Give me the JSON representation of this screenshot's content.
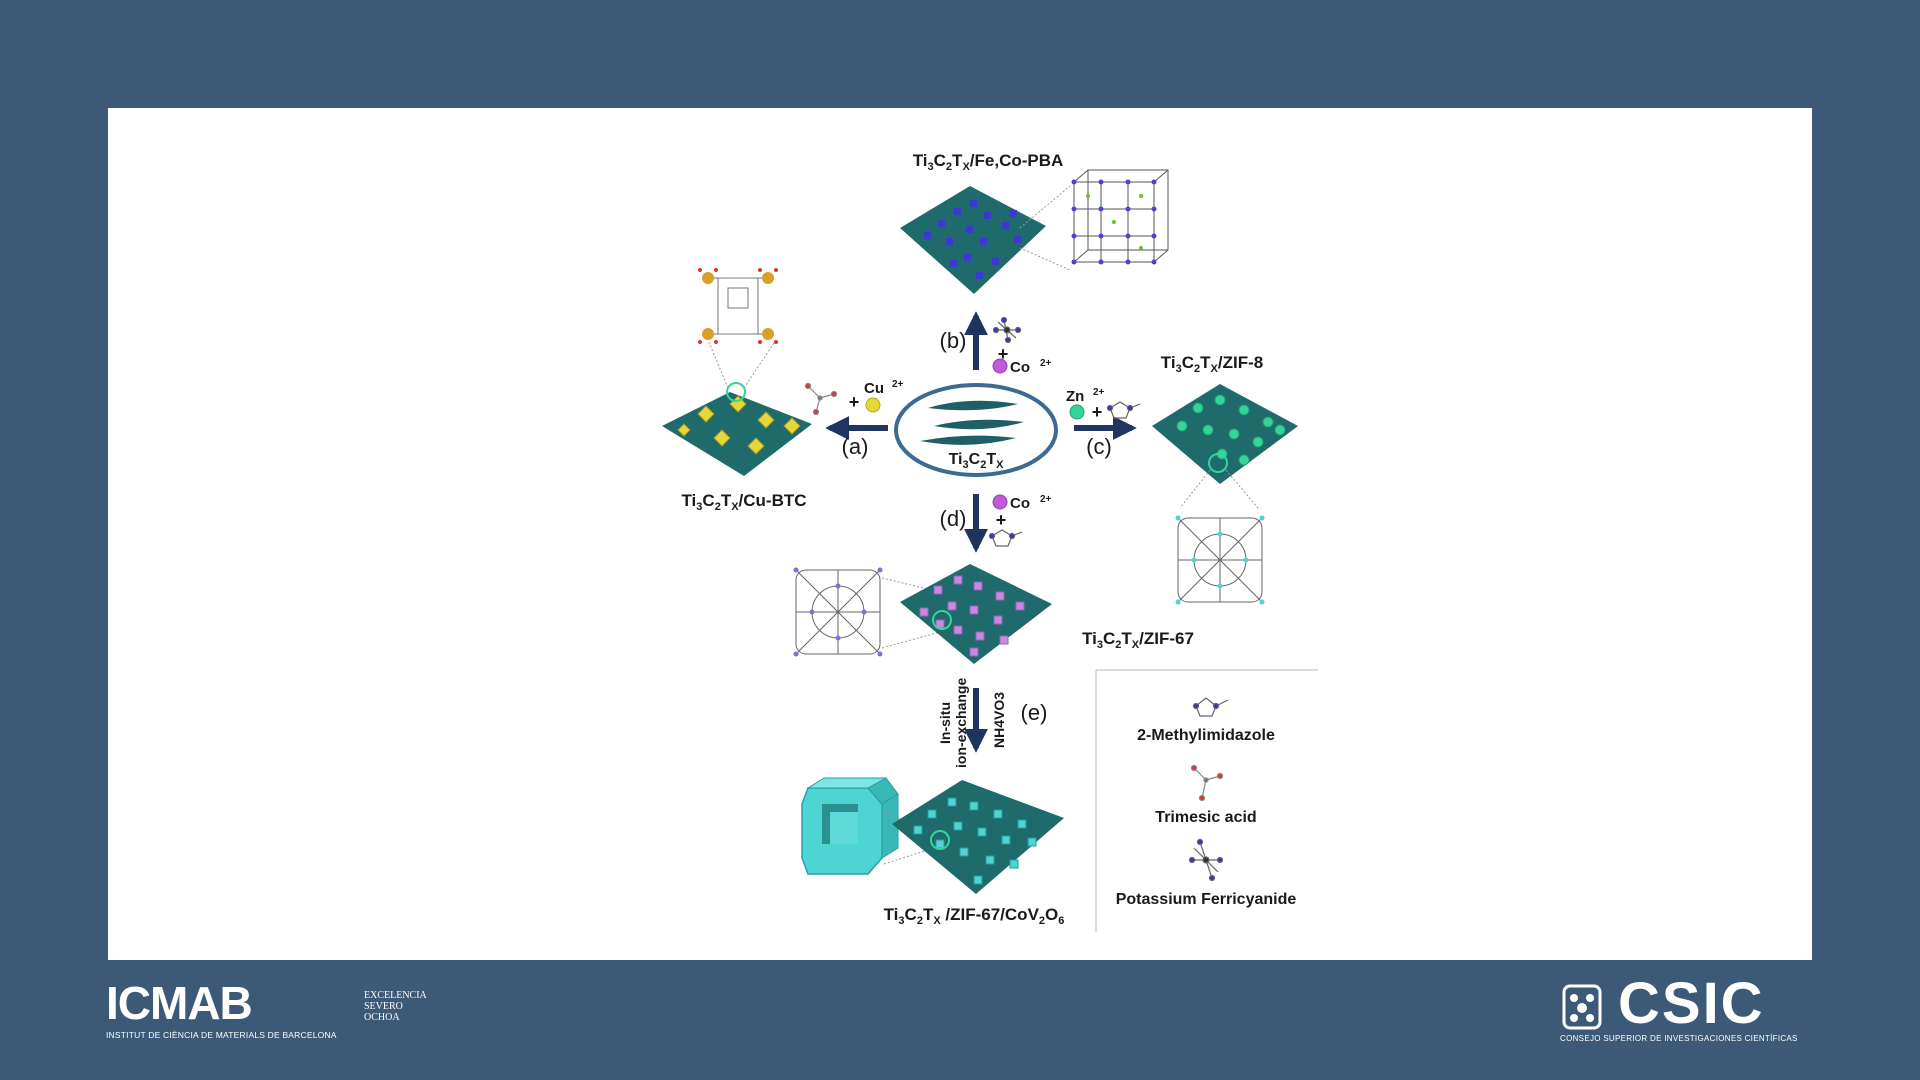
{
  "diagram": {
    "labels": {
      "center": "Ti3C2TX",
      "top": "Ti3C2TX/Fe,Co-PBA",
      "left": "Ti3C2TX/Cu-BTC",
      "right": "Ti3C2TX/ZIF-8",
      "middle": "Ti3C2TX/ZIF-67",
      "bottom": "Ti3C2TX /ZIF-67/CoV2O6"
    },
    "steps": {
      "a": "(a)",
      "b": "(b)",
      "c": "(c)",
      "d": "(d)",
      "e": "(e)"
    },
    "reagents": {
      "cu": "Cu",
      "co_b": "Co",
      "zn": "Zn",
      "co_d": "Co",
      "charge": "2+",
      "plus": "+",
      "in_situ": "In-situ",
      "ion_exchange": "ion-exchange",
      "nh4vo3": "NH4VO3"
    },
    "legend": {
      "items": [
        "2-Methylimidazole",
        "Trimesic acid",
        "Potassium Ferricyanide"
      ]
    },
    "colors": {
      "arrow": "#1f3560",
      "mxene": "#1f6b6b",
      "pba": "#3a3acb",
      "cubtc": "#e6d83a",
      "zif8": "#35d49a",
      "zif67": "#c88ae0",
      "cov2o6": "#4fd4d4"
    }
  },
  "footer": {
    "icmab": {
      "logo": "ICMAB",
      "subtitle": "INSTITUT DE CIÈNCIA DE MATERIALS DE BARCELONA",
      "badge": [
        "EXCELENCIA",
        "SEVERO",
        "OCHOA"
      ]
    },
    "csic": {
      "logo": "CSIC",
      "subtitle": "CONSEJO SUPERIOR DE INVESTIGACIONES CIENTÍFICAS"
    }
  }
}
